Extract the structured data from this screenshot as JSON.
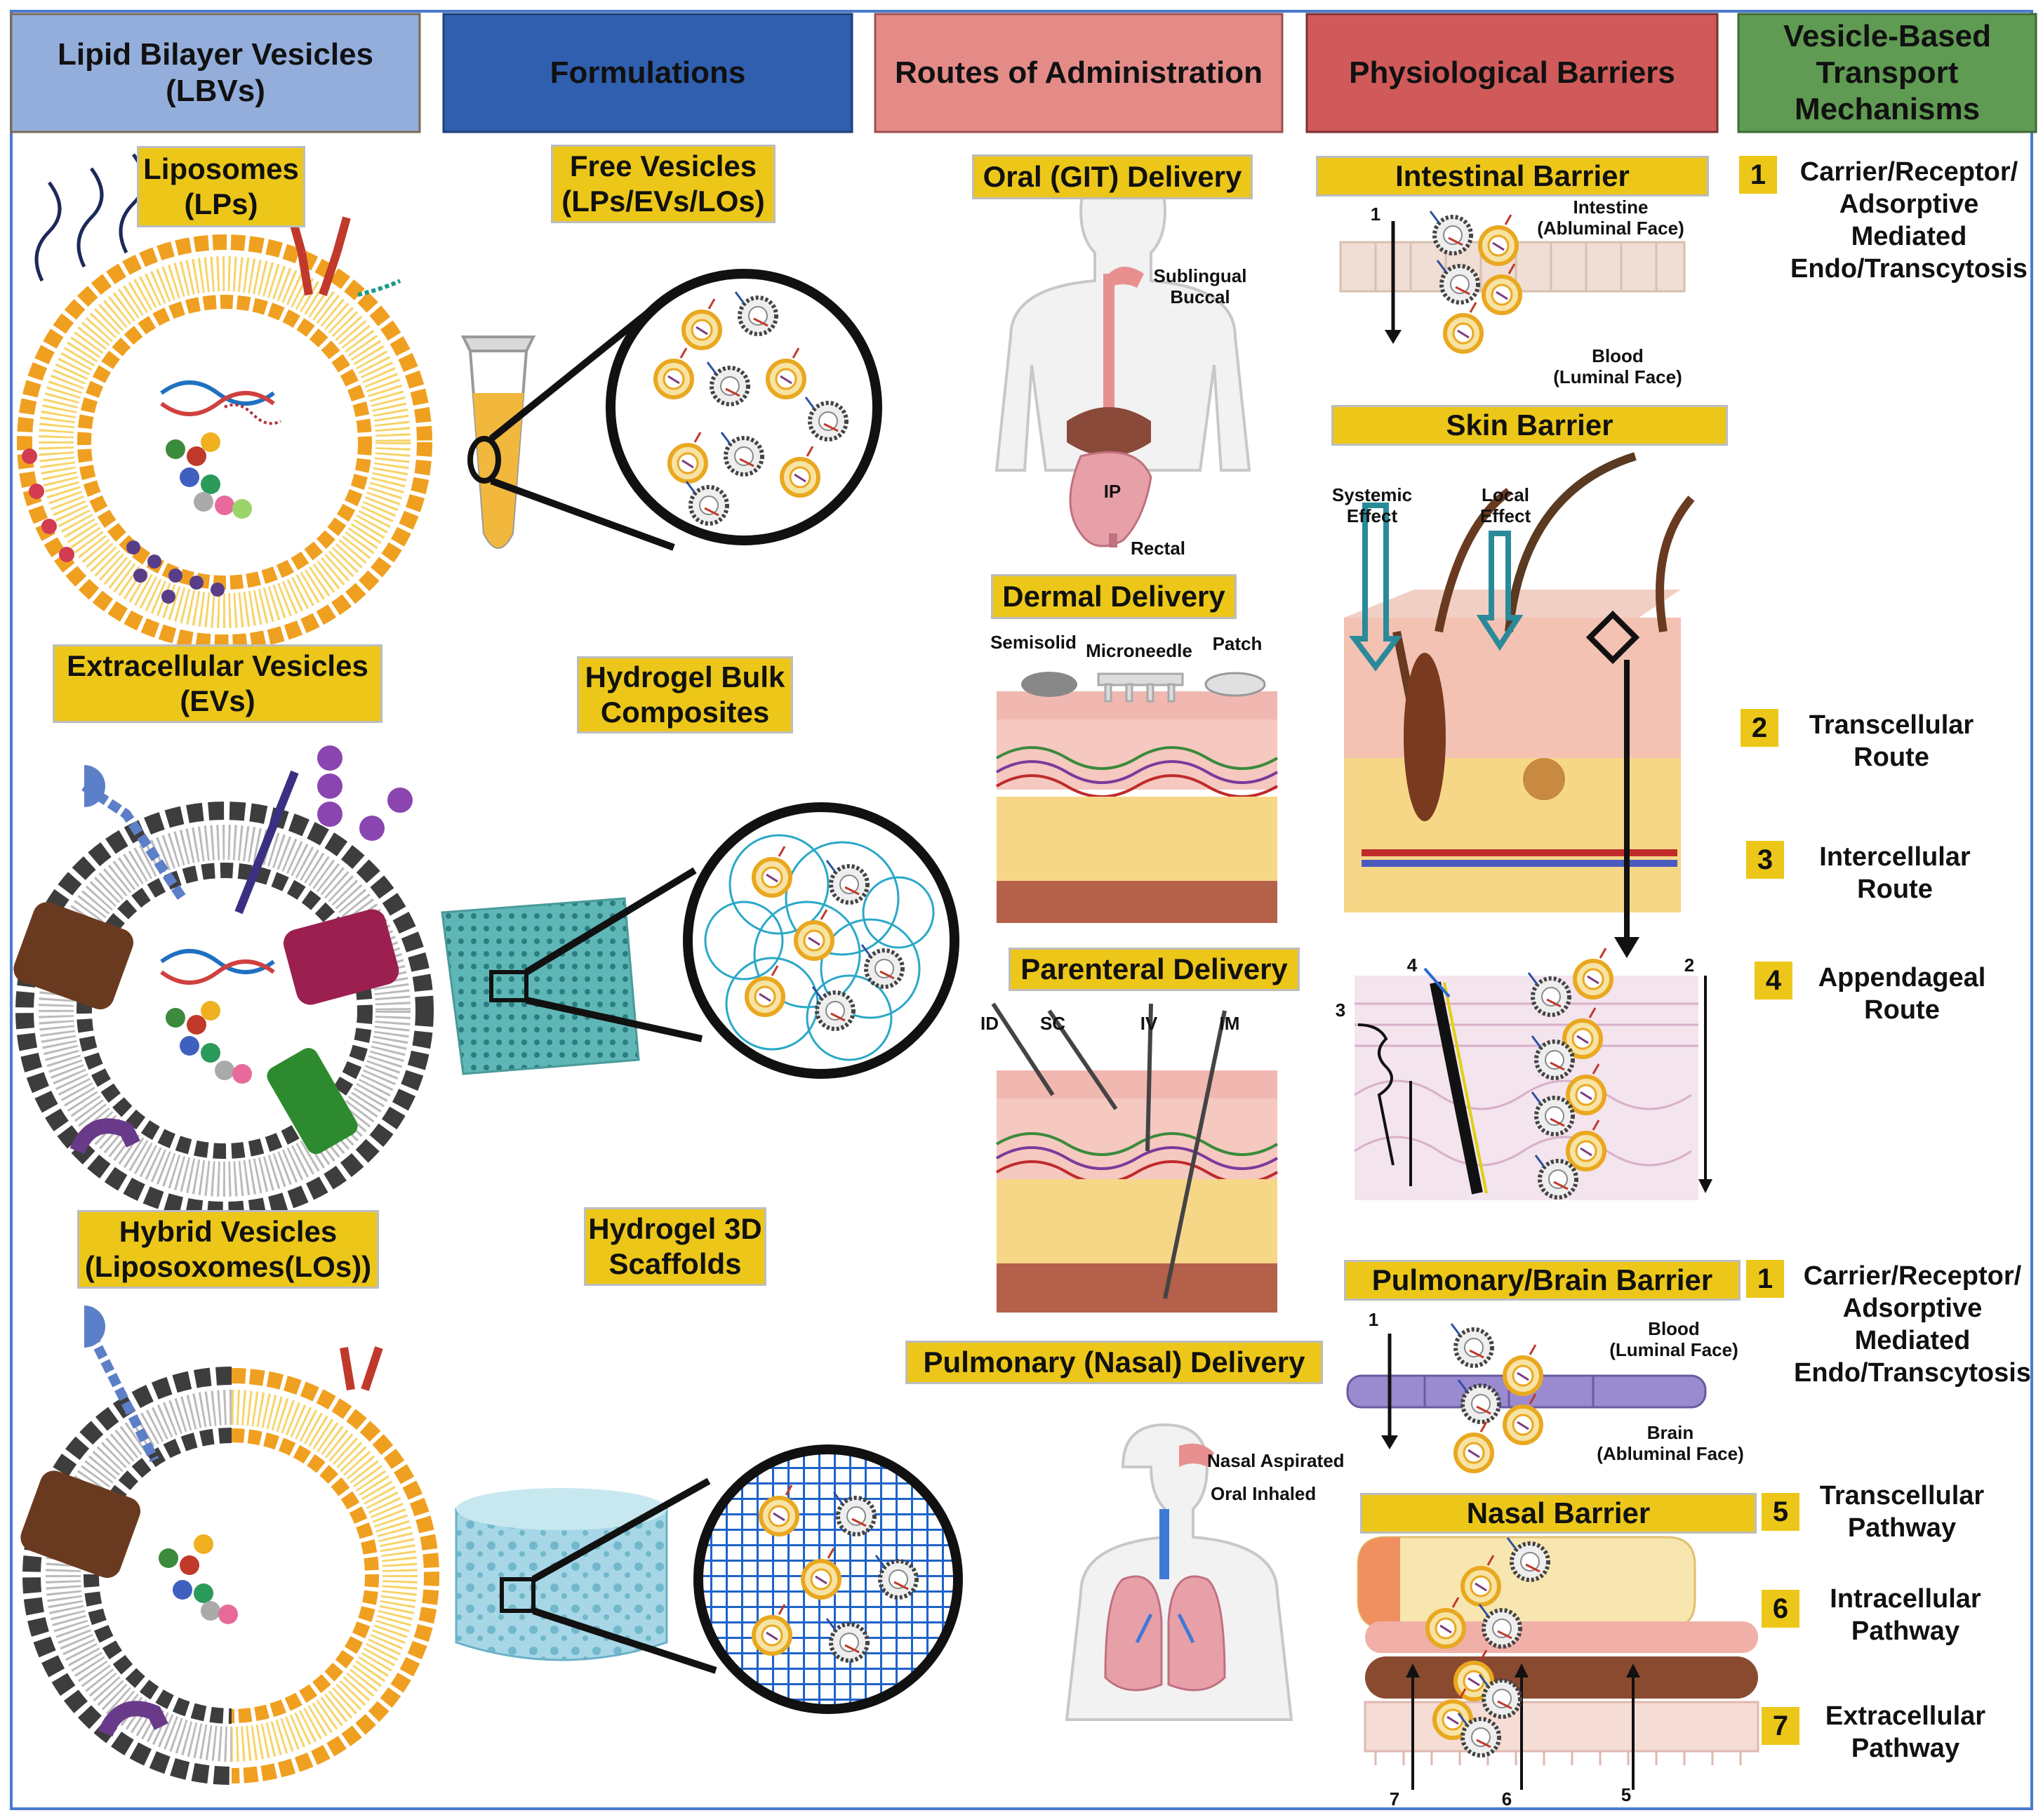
{
  "headers": {
    "lbv": "Lipid Bilayer Vesicles\n(LBVs)",
    "formulations": "Formulations",
    "routes": "Routes of Administration",
    "barriers": "Physiological Barriers",
    "mechanisms": "Vesicle-Based\nTransport\nMechanisms"
  },
  "header_colors": {
    "lbv": "#94aedc",
    "formulations": "#2f5fae",
    "routes": "#e48b88",
    "barriers": "#d05a5a",
    "mechanisms": "#5f9b52"
  },
  "vesicles": {
    "liposomes": "Liposomes\n(LPs)",
    "evs": "Extracellular Vesicles\n(EVs)",
    "hybrid": "Hybrid Vesicles\n(Liposoxomes(LOs))"
  },
  "formulations": {
    "free": "Free Vesicles\n(LPs/EVs/LOs)",
    "bulk": "Hydrogel Bulk\nComposites",
    "scaffold": "Hydrogel 3D\nScaffolds"
  },
  "routes": {
    "oral": {
      "title": "Oral (GIT) Delivery",
      "sublingual": "Sublingual\nBuccal",
      "ip": "IP",
      "rectal": "Rectal"
    },
    "dermal": {
      "title": "Dermal Delivery",
      "semisolid": "Semisolid",
      "microneedle": "Microneedle",
      "patch": "Patch"
    },
    "parenteral": {
      "title": "Parenteral Delivery",
      "id": "ID",
      "sc": "SC",
      "iv": "IV",
      "im": "IM"
    },
    "pulmonary": {
      "title": "Pulmonary (Nasal) Delivery",
      "nasal": "Nasal Aspirated",
      "oral": "Oral Inhaled"
    }
  },
  "barriers": {
    "intestinal": {
      "title": "Intestinal Barrier",
      "top": "Intestine\n(Abluminal Face)",
      "bottom": "Blood\n(Luminal Face)",
      "arrow": "1"
    },
    "skin": {
      "title": "Skin Barrier",
      "systemic": "Systemic\nEffect",
      "local": "Local\nEffect",
      "n2": "2",
      "n3": "3",
      "n4": "4"
    },
    "pulmonary_brain": {
      "title": "Pulmonary/Brain Barrier",
      "top": "Blood\n(Luminal Face)",
      "bottom": "Brain\n(Abluminal Face)",
      "arrow": "1"
    },
    "nasal": {
      "title": "Nasal Barrier",
      "n7": "7",
      "n6": "6",
      "n5": "5"
    }
  },
  "mechanisms": [
    {
      "num": "1",
      "text": "Carrier/Receptor/\nAdsorptive\nMediated\nEndo/Transcytosis"
    },
    {
      "num": "2",
      "text": "Transcellular\nRoute"
    },
    {
      "num": "3",
      "text": "Intercellular\nRoute"
    },
    {
      "num": "4",
      "text": "Appendageal\nRoute"
    },
    {
      "num": "1",
      "text": "Carrier/Receptor/\nAdsorptive\nMediated\nEndo/Transcytosis"
    },
    {
      "num": "5",
      "text": "Transcellular\nPathway"
    },
    {
      "num": "6",
      "text": "Intracellular\nPathway"
    },
    {
      "num": "7",
      "text": "Extracellular\nPathway"
    }
  ]
}
